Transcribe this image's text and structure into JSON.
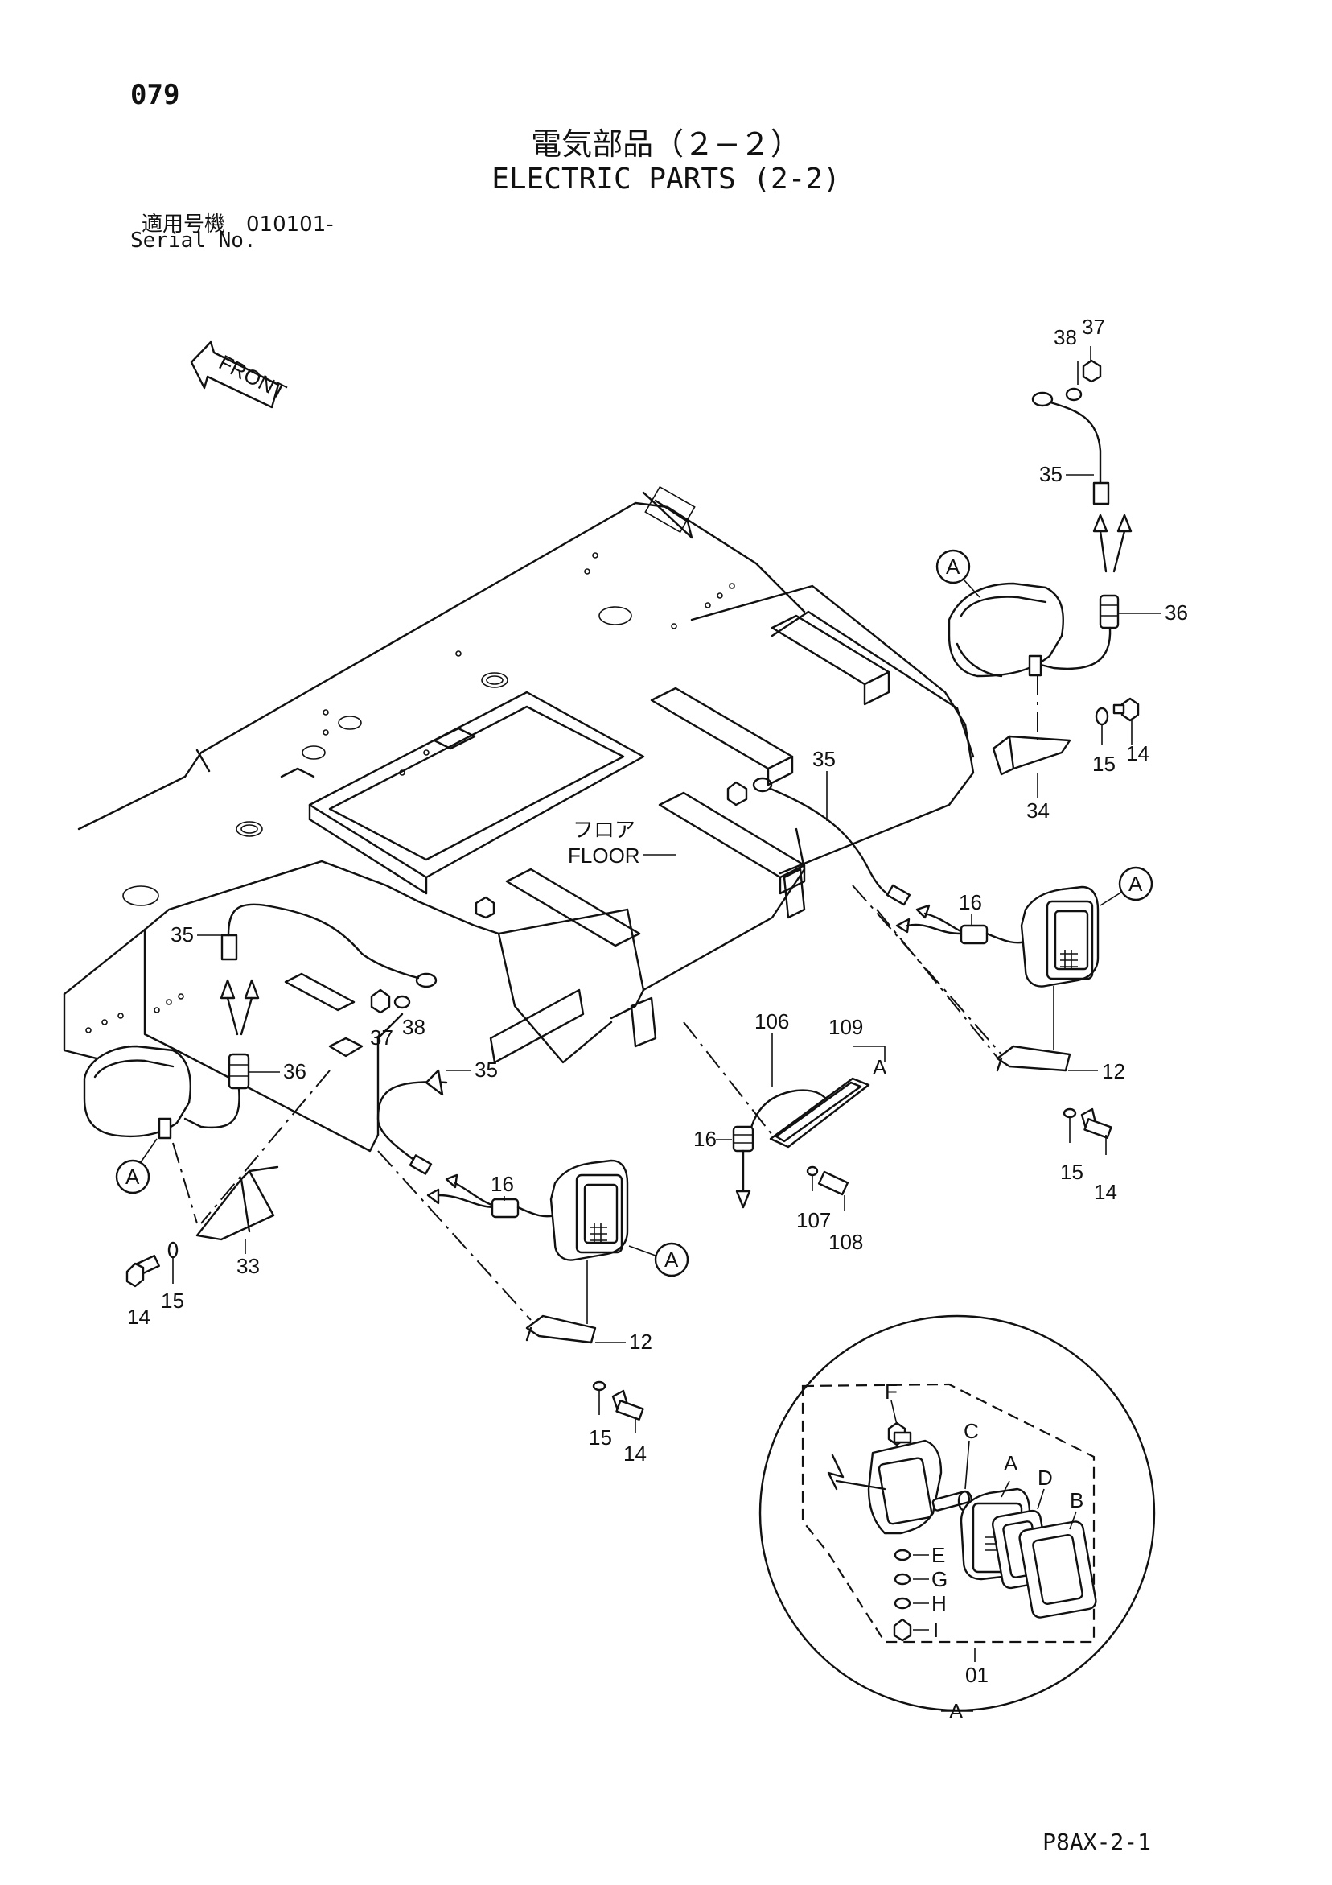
{
  "header": {
    "page_number": "079",
    "title_jp": "電気部品（２−２）",
    "title_en": "ELECTRIC PARTS (2-2)",
    "serial_jp": "適用号機　010101-",
    "serial_en": "Serial No."
  },
  "footer": {
    "doc_code": "P8AX-2-1"
  },
  "diagram": {
    "front_label": "FRONT",
    "floor_label_jp": "フロア",
    "floor_label_en": "FLOOR",
    "part_labels": {
      "p38_top": "38",
      "p37_top": "37",
      "p35_top": "35",
      "p36_right": "36",
      "a_top_right": "A",
      "p14_r1": "14",
      "p15_r1": "15",
      "p34": "34",
      "p35_mid": "35",
      "a_mid_right": "A",
      "p16_mid": "16",
      "p12_right": "12",
      "p15_r2": "15",
      "p14_r2": "14",
      "p35_left": "35",
      "p37_left": "37",
      "p38_left": "38",
      "p36_left": "36",
      "p35_low": "35",
      "a_left": "A",
      "p33": "33",
      "p14_left": "14",
      "p15_left": "15",
      "p16_low": "16",
      "a_low": "A",
      "p12_low": "12",
      "p15_low": "15",
      "p14_low": "14",
      "p106": "106",
      "p109": "109",
      "a_109": "A",
      "p16_109": "16",
      "p107": "107",
      "p108": "108"
    },
    "detail_labels": {
      "F": "F",
      "C": "C",
      "A": "A",
      "D": "D",
      "B": "B",
      "E": "E",
      "G": "G",
      "H": "H",
      "I": "I",
      "assembly": "01",
      "view": "A"
    }
  }
}
